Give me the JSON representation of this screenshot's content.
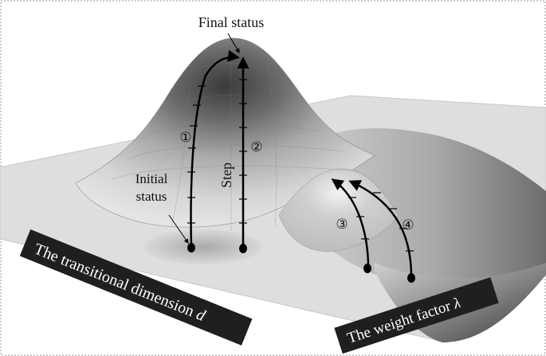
{
  "labels": {
    "final_status": "Final status",
    "initial_status_line1": "Initial",
    "initial_status_line2": "status",
    "step": "Step",
    "path1": "①",
    "path2": "②",
    "path3": "③",
    "path4": "④",
    "axis_d_text": "The transitional dimension ",
    "axis_d_symbol": "d",
    "axis_lambda_text": "The weight factor ",
    "axis_lambda_symbol": "λ"
  },
  "colors": {
    "surface_light": "#e6e6e6",
    "surface_mid": "#b8b8b8",
    "surface_dark": "#3a3a3a",
    "path": "#000000",
    "banner": "#1f1f1f"
  }
}
